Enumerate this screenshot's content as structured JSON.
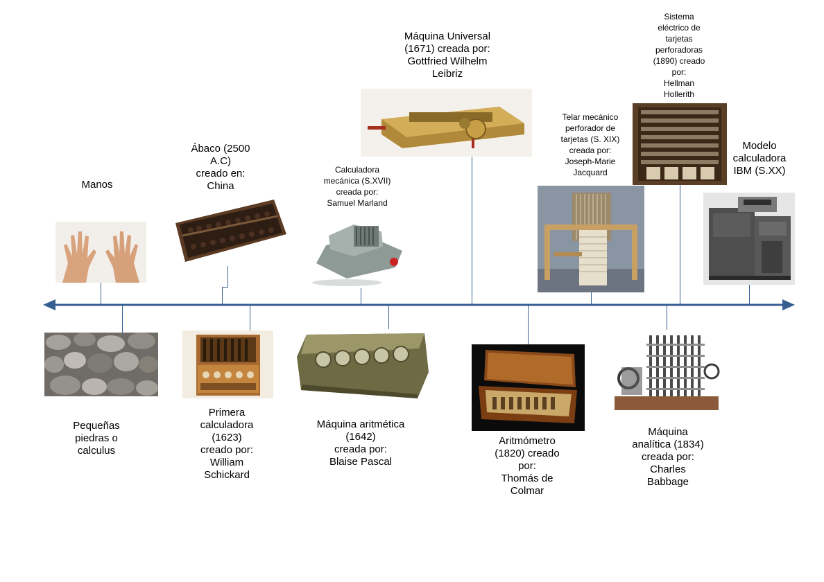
{
  "timeline": {
    "line_color": "#365f91",
    "events_above": [
      {
        "id": "manos",
        "label": "Manos",
        "image": "hands-photo"
      },
      {
        "id": "abaco",
        "label": "Ábaco (2500\nA.C)\ncreado en:\nChina",
        "image": "abacus-photo"
      },
      {
        "id": "marland",
        "label": "Calculadora\nmecánica (S.XVII)\ncreada por:\nSamuel Marland",
        "image": "marland-calculator-photo"
      },
      {
        "id": "leibniz",
        "label": "Máquina Universal\n(1671) creada por:\nGottfried Wilhelm\nLeibriz",
        "image": "leibniz-machine-photo"
      },
      {
        "id": "jacquard",
        "label": "Telar mecánico\nperforador de\ntarjetas (S. XIX)\ncreada por:\nJoseph-Marie\nJacquard",
        "image": "jacquard-loom-photo"
      },
      {
        "id": "hollerith",
        "label": "Sistema\neléctrico de\ntarjetas\nperforadoras\n(1890) creado\npor:\nHellman\nHollerith",
        "image": "hollerith-system-photo"
      },
      {
        "id": "ibm",
        "label": "Modelo\ncalculadora\nIBM (S.XX)",
        "image": "ibm-calculator-photo"
      }
    ],
    "events_below": [
      {
        "id": "piedras",
        "label": "Pequeñas\npiedras o\ncalculus",
        "image": "pebbles-photo"
      },
      {
        "id": "schickard",
        "label": "Primera\ncalculadora\n(1623)\ncreado por:\nWilliam\nSchickard",
        "image": "schickard-calculator-photo"
      },
      {
        "id": "pascal",
        "label": "Máquina aritmética\n(1642)\ncreada por:\nBlaise Pascal",
        "image": "pascaline-photo"
      },
      {
        "id": "colmar",
        "label": "Aritmómetro\n(1820) creado\npor:\nThomás de\nColmar",
        "image": "arithmometer-photo"
      },
      {
        "id": "babbage",
        "label": "Máquina\nanalítica (1834)\ncreada por:\nCharles\nBabbage",
        "image": "analytical-engine-photo"
      }
    ]
  }
}
